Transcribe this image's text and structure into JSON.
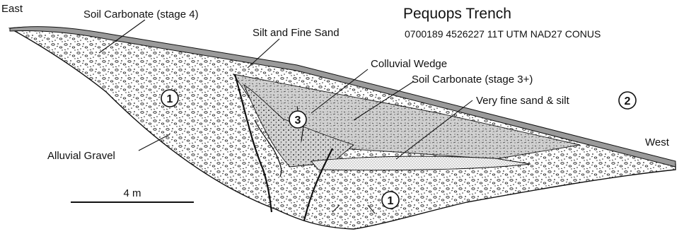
{
  "title": "Pequops Trench",
  "location": "0700189  4526227 11T UTM NAD27 CONUS",
  "orientation": {
    "left": "East",
    "right": "West"
  },
  "scale_bar_label": "4 m",
  "labels": {
    "soil_carbonate_stage4": "Soil Carbonate (stage 4)",
    "silt_fine_sand": "Silt and Fine Sand",
    "colluvial_wedge": "Colluvial Wedge",
    "soil_carbonate_stage3": "Soil Carbonate (stage 3+)",
    "very_fine_sand_silt": "Very fine sand & silt",
    "alluvial_gravel": "Alluvial Gravel"
  },
  "unit_markers": {
    "unit1_upper": "1",
    "unit1_lower": "1",
    "unit2": "2",
    "unit3": "3"
  },
  "colors": {
    "outline": "#111111",
    "silt_band": "#9a9a9a",
    "wedge_fill": "#d4d4d4",
    "carbonate_fill": "#c8c8c8",
    "fine_sand_fill": "#f2f2f2",
    "gravel_fill": "#ffffff"
  }
}
